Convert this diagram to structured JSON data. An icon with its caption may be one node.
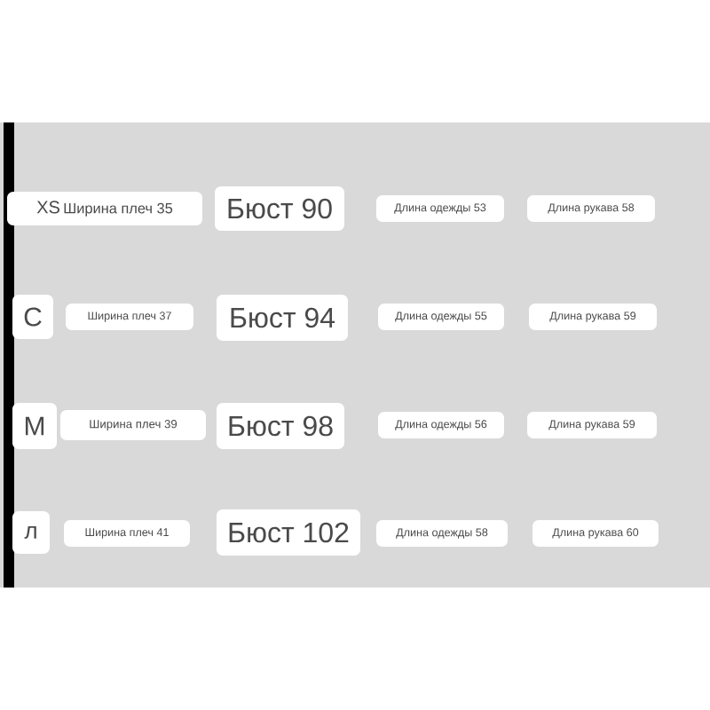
{
  "diagram": {
    "nodes": [
      {
        "text": [
          "XS",
          "Ширина плеч 35"
        ]
      },
      {
        "text": [
          "Бюст 90"
        ]
      },
      {
        "text": [
          "Длина одежды 53"
        ]
      },
      {
        "text": [
          "Длина рукава 58"
        ]
      },
      {
        "text": [
          "С"
        ]
      },
      {
        "text": [
          "Ширина плеч 37"
        ]
      },
      {
        "text": [
          "Бюст 94"
        ]
      },
      {
        "text": [
          "Длина одежды 55"
        ]
      },
      {
        "text": [
          "Длина рукава 59"
        ]
      },
      {
        "text": [
          "M"
        ]
      },
      {
        "text": [
          "Ширина плеч 39"
        ]
      },
      {
        "text": [
          "Бюст 98"
        ]
      },
      {
        "text": [
          "Длина одежды 56"
        ]
      },
      {
        "text": [
          "Длина рукава 59"
        ]
      },
      {
        "text": [
          "л"
        ]
      },
      {
        "text": [
          "Ширина плеч 41"
        ]
      },
      {
        "text": [
          "Бюст 102"
        ]
      },
      {
        "text": [
          "Длина одежды 58"
        ]
      },
      {
        "text": [
          "Длина рукава 60"
        ]
      }
    ]
  }
}
